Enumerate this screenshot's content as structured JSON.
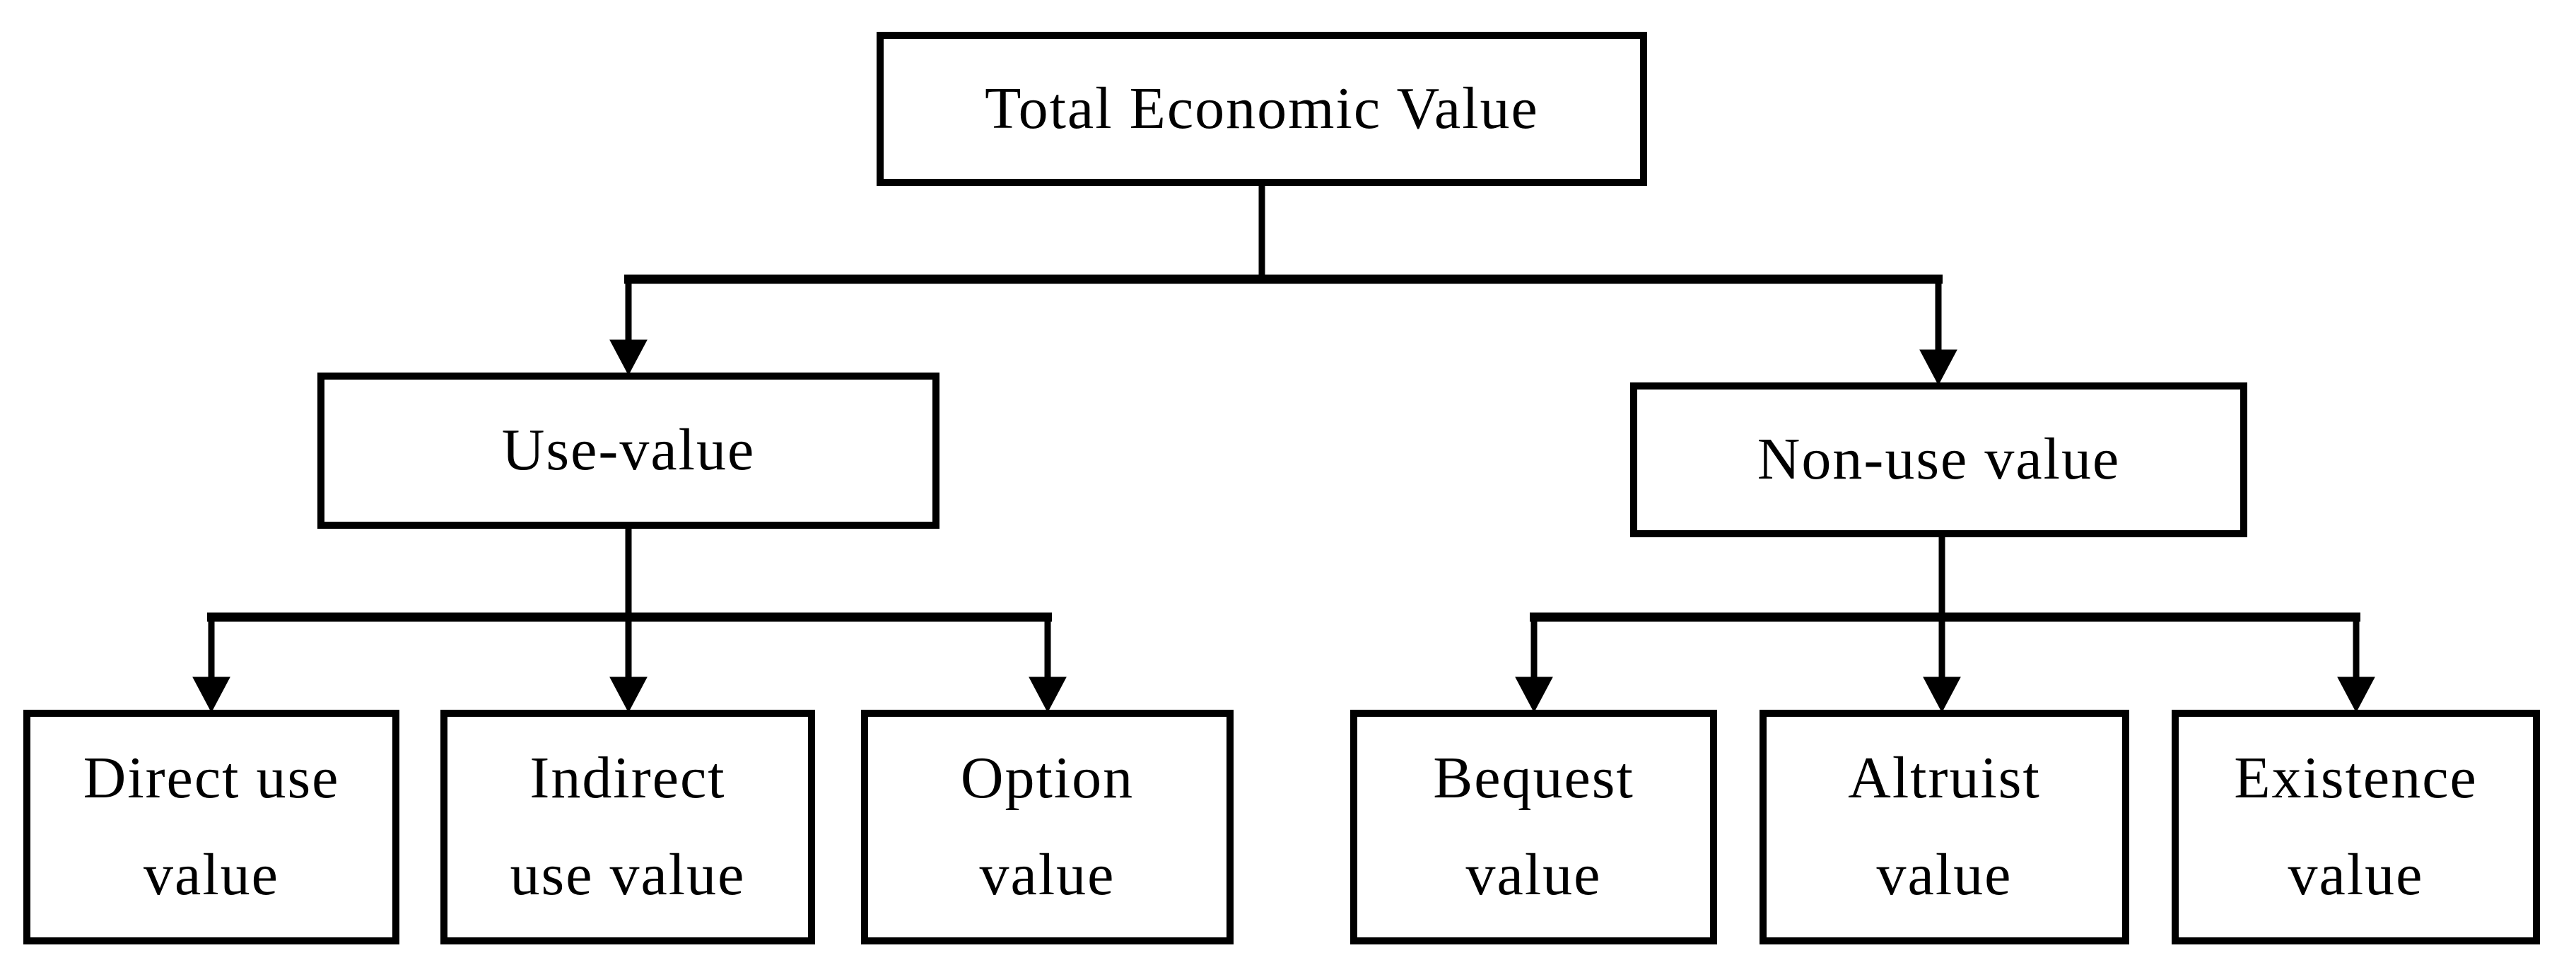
{
  "diagram": {
    "type": "tree",
    "root_label": "Total Economic Value",
    "nodes": {
      "total": {
        "label": "Total Economic Value"
      },
      "use": {
        "label": "Use-value"
      },
      "nonuse": {
        "label": "Non-use value"
      },
      "direct": {
        "label": "Direct use value",
        "lines": [
          "Direct use",
          "value"
        ]
      },
      "indirect": {
        "label": "Indirect use value",
        "lines": [
          "Indirect",
          "use value"
        ]
      },
      "option": {
        "label": "Option value",
        "lines": [
          "Option",
          "value"
        ]
      },
      "bequest": {
        "label": "Bequest value",
        "lines": [
          "Bequest",
          "value"
        ]
      },
      "altruist": {
        "label": "Altruist value",
        "lines": [
          "Altruist",
          "value"
        ]
      },
      "existence": {
        "label": "Existence value",
        "lines": [
          "Existence",
          "value"
        ]
      }
    },
    "hierarchy": [
      {
        "parent": "Total Economic Value",
        "children": [
          "Use-value",
          "Non-use value"
        ]
      },
      {
        "parent": "Use-value",
        "children": [
          "Direct use value",
          "Indirect use value",
          "Option value"
        ]
      },
      {
        "parent": "Non-use value",
        "children": [
          "Bequest value",
          "Altruist value",
          "Existence value"
        ]
      }
    ],
    "colors": {
      "line": "#000000",
      "box_border": "#000000",
      "box_fill": "#ffffff",
      "text": "#000000",
      "background": "#ffffff"
    }
  }
}
